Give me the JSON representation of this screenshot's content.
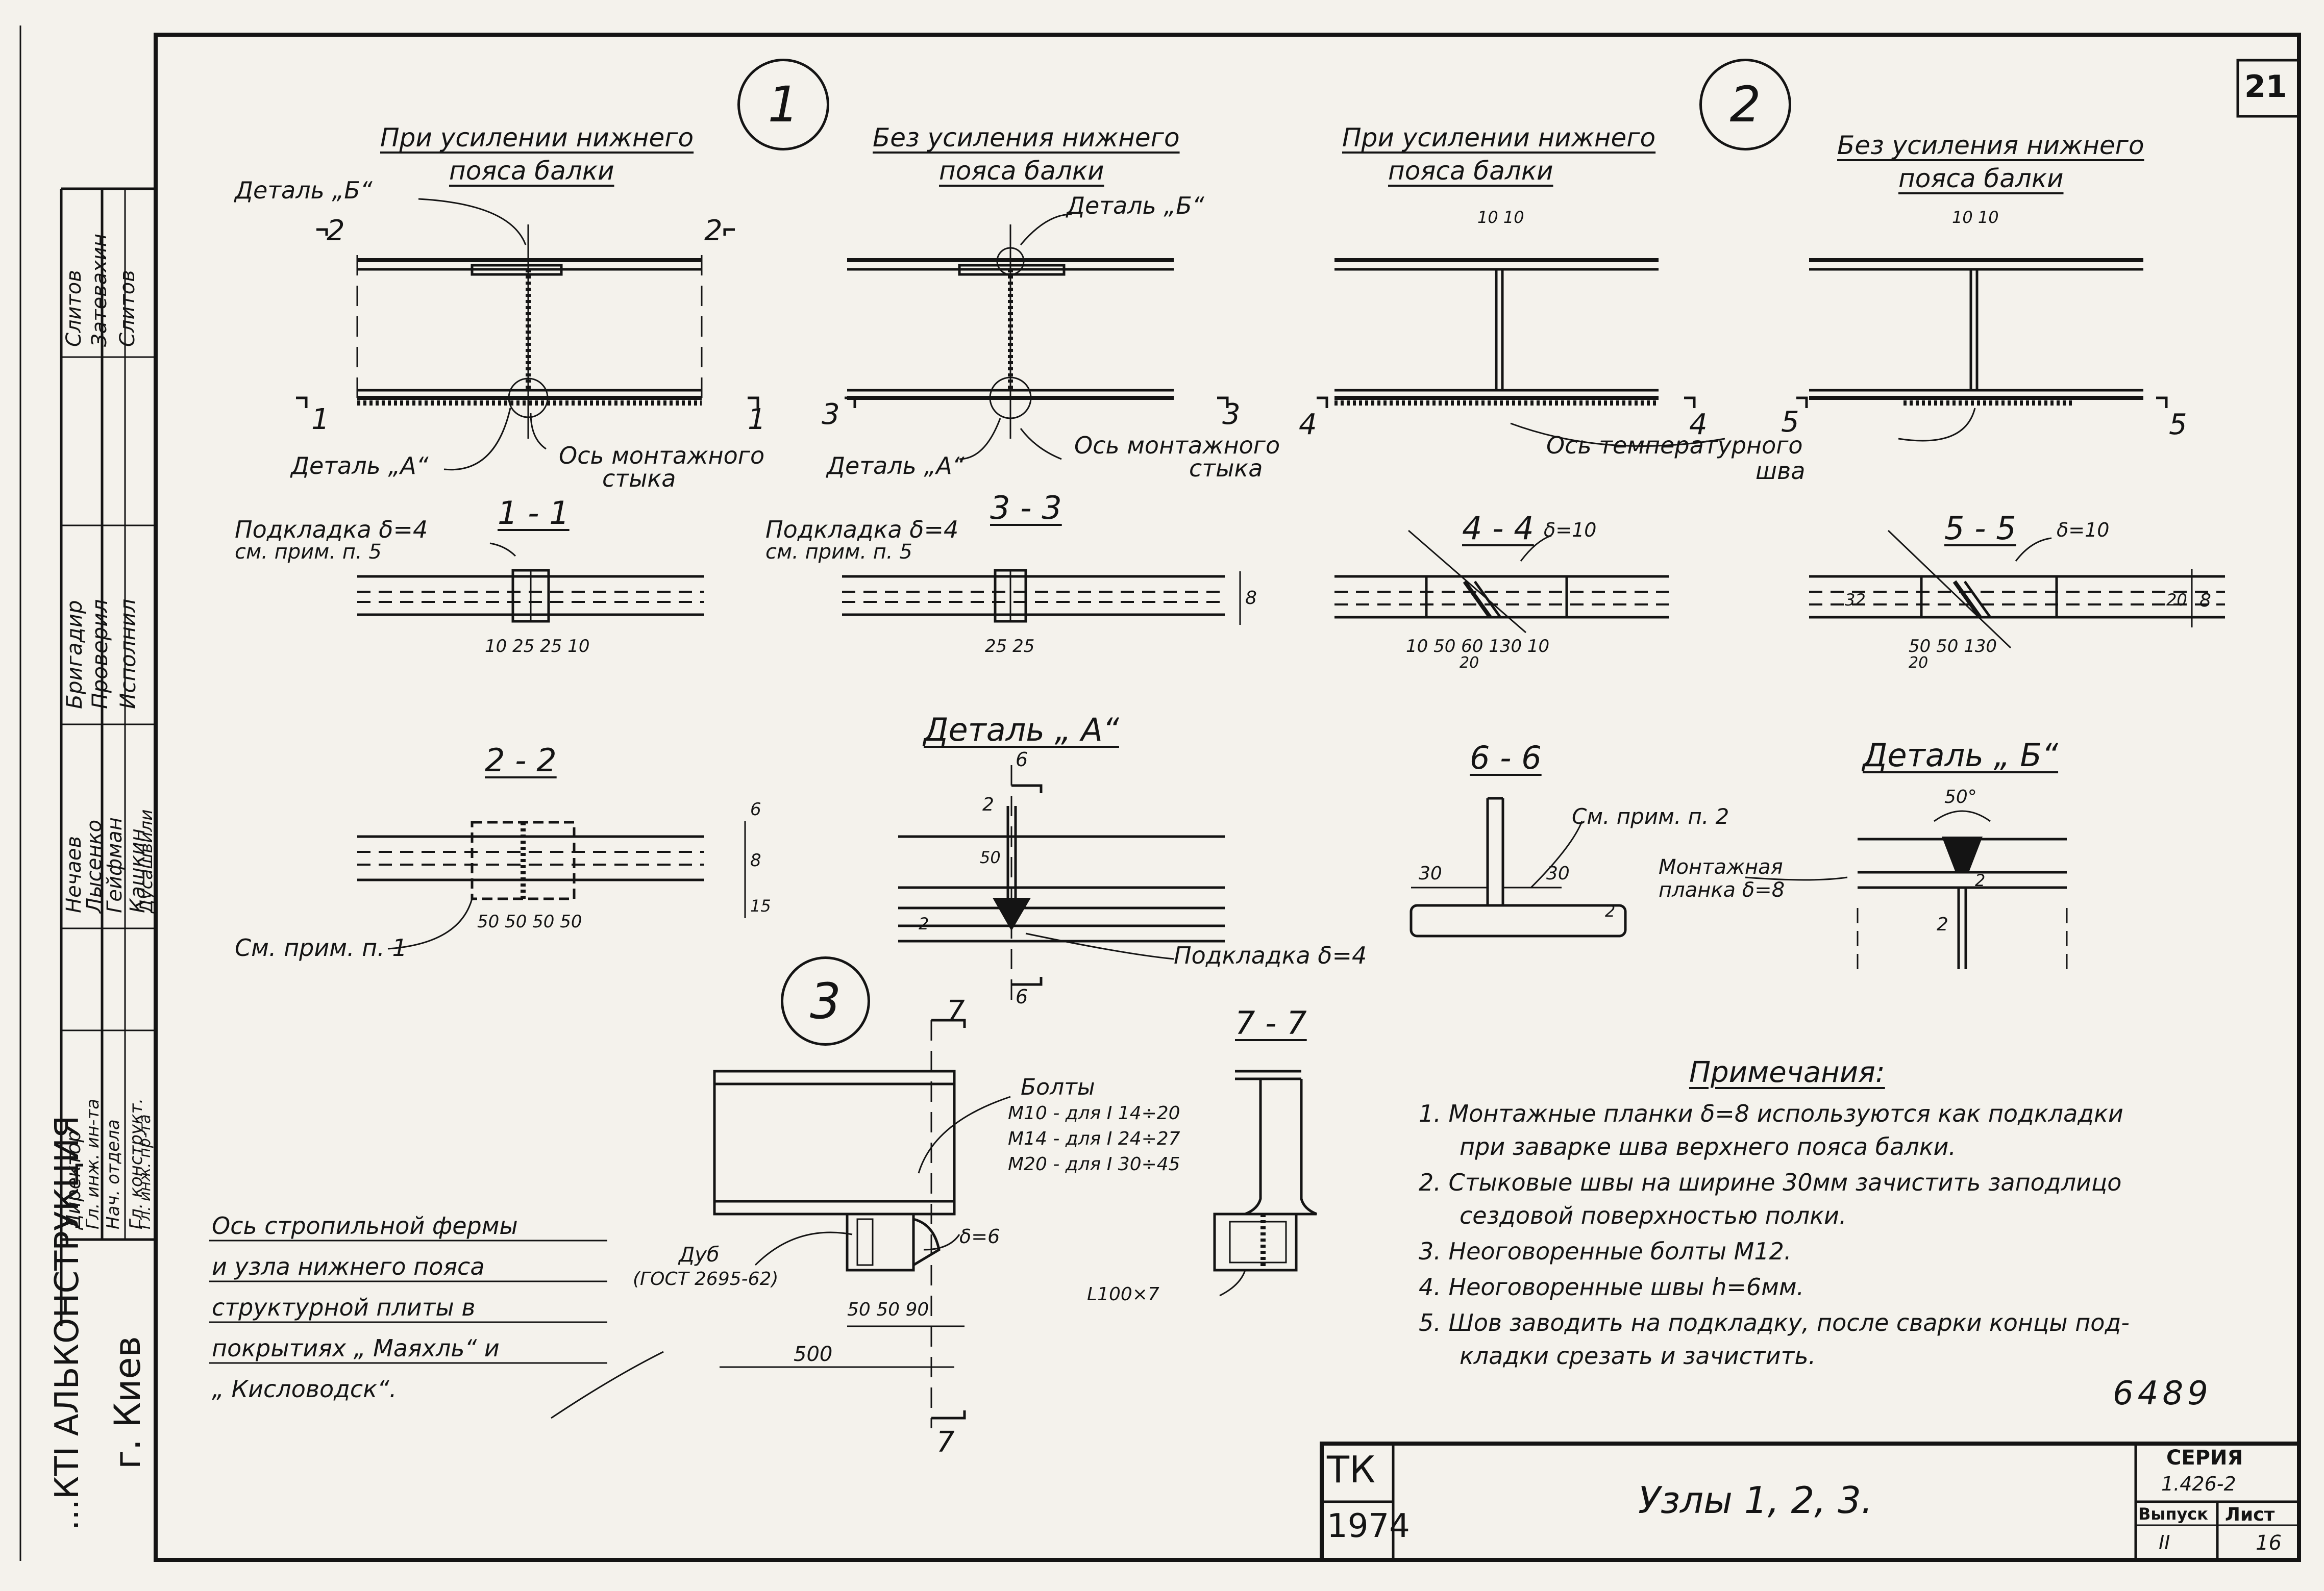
{
  "sheet_number": "21",
  "node_markers": {
    "n1": "1",
    "n2": "2",
    "n3": "3"
  },
  "headings": {
    "h1a_l1": "При усилении нижнего",
    "h1a_l2": "пояса балки",
    "h1b_l1": "Без усиления нижнего",
    "h1b_l2": "пояса балки",
    "h2a_l1": "При усилении нижнего",
    "h2a_l2": "пояса балки",
    "h2b_l1": "Без усиления нижнего",
    "h2b_l2": "пояса балки"
  },
  "labels": {
    "detail_b": "Деталь „Б“",
    "detail_a": "Деталь „А“",
    "axis_mount_l1": "Ось монтажного",
    "axis_mount_l2": "стыка",
    "axis_temp_l1": "Ось температурного",
    "axis_temp_l2": "шва",
    "pad4": "Подкладка δ=4",
    "see_p5": "см. прим. п. 5",
    "see_p1": "См. прим. п. 1",
    "see_p2": "См. прим. п. 2",
    "mount_plate_l1": "Монтажная",
    "mount_plate_l2": "планка δ=8",
    "delta10": "δ=10",
    "delta6": "δ=6",
    "bolts_title": "Болты",
    "bolts_1": "М10 - для I 14÷20",
    "bolts_2": "М14 - для I 24÷27",
    "bolts_3": "М20 - для I 30÷45",
    "oak_l1": "Дуб",
    "oak_l2": "(ГОСТ 2695-62)",
    "angle": "L100×7",
    "truss_1": "Ось стропильной фермы",
    "truss_2": "и узла нижнего пояса",
    "truss_3": "структурной плиты в",
    "truss_4": "покрытиях „ Маяхль“ и",
    "truss_5": "„ Кисловодск“."
  },
  "sections": {
    "s11": "1 - 1",
    "s22": "2 - 2",
    "s33": "3 - 3",
    "s44": "4 - 4",
    "s55": "5 - 5",
    "s66": "6 - 6",
    "s77": "7 - 7",
    "detA": "Деталь „ А“",
    "detB": "Деталь „ Б“"
  },
  "cut_marks": {
    "c1": "1",
    "c2": "2",
    "c3": "3",
    "c4": "4",
    "c5": "5",
    "c7": "7"
  },
  "dims": {
    "d11": "10  25 25  10",
    "d33": "25  25",
    "d44": "10   50  60   130      10",
    "d44b": "20",
    "d55": "50  50    130",
    "d55b": "20",
    "d22": "50 50 50 50",
    "d500": "500",
    "d3": "50  50    90",
    "d1010": "10  10",
    "d8": "8",
    "d6": "6",
    "d15": "15",
    "d2": "2",
    "d30": "30",
    "d50deg": "50°",
    "d50": "50",
    "d32": "32",
    "d20": "20"
  },
  "notes": {
    "title": "Примечания:",
    "n1a": "1.  Монтажные планки δ=8 используются как подкладки",
    "n1b": "при заварке шва верхнего пояса балки.",
    "n2a": "2.  Стыковые швы на ширине 30мм зачистить заподлицо",
    "n2b": "сездовой поверхностью полки.",
    "n3": "3.  Неоговоренные болты М12.",
    "n4": "4.  Неоговоренные швы h=6мм.",
    "n5a": "5.  Шов заводить на подкладку, после сварки концы под-",
    "n5b": "кладки срезать и зачистить."
  },
  "inventory_number": "6489",
  "title_block": {
    "org_l1": "ТК",
    "org_l2": "1974",
    "title": "Узлы 1, 2, 3.",
    "series_label": "СЕРИЯ",
    "series_value": "1.426-2",
    "issue_label": "Выпуск",
    "issue_value": "II",
    "sheet_label": "Лист",
    "sheet_value": "16"
  },
  "side_stamp": {
    "org": "...КТI АЛЬКОНСТРУКЦИЯ",
    "city": "г. Киев",
    "roles": [
      "Директор",
      "Гл. инж. ин-та",
      "Нач. отдела",
      "Гл. конструкт.",
      "Гл. инж. пр-та"
    ],
    "names": [
      "Нечаев",
      "Лысенко",
      "Гейфман",
      "Кашкин",
      "Дусашвили"
    ],
    "roles2": [
      "Бригадир",
      "Проверил",
      "Исполнил"
    ],
    "names2": [
      "Слитов",
      "Затевахин",
      "Слитов"
    ]
  }
}
